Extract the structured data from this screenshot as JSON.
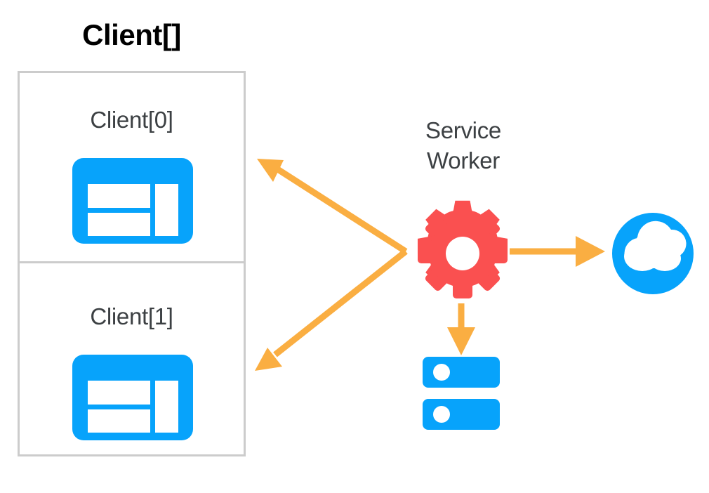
{
  "diagram": {
    "title": "Client[]",
    "background_color": "#ffffff",
    "palette": {
      "blue": "#07A3FB",
      "red": "#FA5050",
      "orange": "#FAAE42",
      "border_gray": "#CCCCCC",
      "text_dark": "#3C4043",
      "text_black": "#000000",
      "white": "#FFFFFF"
    },
    "client_array": {
      "label": "Client[]",
      "cells": [
        {
          "label": "Client[0]",
          "icon": "browser-window-icon"
        },
        {
          "label": "Client[1]",
          "icon": "browser-window-icon"
        }
      ]
    },
    "service_worker": {
      "label_line_1": "Service",
      "label_line_2": "Worker",
      "icon": "gear-icon"
    },
    "cloud": {
      "icon": "cloud-icon",
      "shape": "circle-badge"
    },
    "database": {
      "icon": "server-stack-icon",
      "units": 2
    },
    "connections": [
      {
        "name": "service-worker-to-client-0",
        "from": "service-worker",
        "to": "client-0",
        "direction": "to-client",
        "color": "#FAAE42"
      },
      {
        "name": "service-worker-to-client-1",
        "from": "service-worker",
        "to": "client-1",
        "direction": "to-client",
        "color": "#FAAE42"
      },
      {
        "name": "service-worker-to-cloud",
        "from": "service-worker",
        "to": "cloud",
        "direction": "to-cloud",
        "color": "#FAAE42"
      },
      {
        "name": "service-worker-to-database",
        "from": "service-worker",
        "to": "database",
        "direction": "to-database",
        "color": "#FAAE42"
      }
    ]
  }
}
